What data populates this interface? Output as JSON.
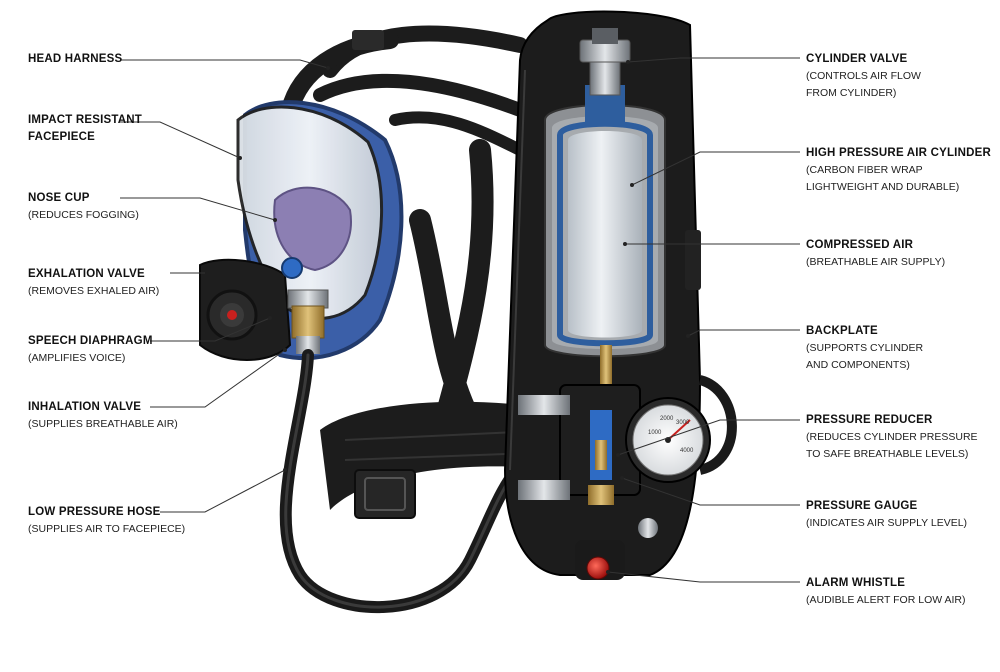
{
  "labels_left": [
    {
      "title": "HEAD HARNESS",
      "desc": []
    },
    {
      "title": "IMPACT RESISTANT FACEPIECE",
      "desc": []
    },
    {
      "title": "NOSE CUP",
      "desc": [
        "(REDUCES FOGGING)"
      ]
    },
    {
      "title": "EXHALATION VALVE",
      "desc": [
        "(REMOVES EXHALED AIR)"
      ]
    },
    {
      "title": "SPEECH DIAPHRAGM",
      "desc": [
        "(AMPLIFIES VOICE)"
      ]
    },
    {
      "title": "INHALATION VALVE",
      "desc": [
        "(SUPPLIES BREATHABLE AIR)"
      ]
    },
    {
      "title": "LOW PRESSURE HOSE",
      "desc": [
        "(SUPPLIES AIR TO FACEPIECE)"
      ]
    }
  ],
  "labels_right": [
    {
      "title": "CYLINDER VALVE",
      "desc": [
        "(CONTROLS AIR FLOW",
        "FROM CYLINDER)"
      ]
    },
    {
      "title": "HIGH PRESSURE AIR CYLINDER",
      "desc": [
        "(CARBON FIBER WRAP",
        "LIGHTWEIGHT AND DURABLE)"
      ]
    },
    {
      "title": "COMPRESSED AIR",
      "desc": [
        "(BREATHABLE AIR SUPPLY)"
      ]
    },
    {
      "title": "BACKPLATE",
      "desc": [
        "(SUPPORTS CYLINDER",
        "AND COMPONENTS)"
      ]
    },
    {
      "title": "PRESSURE REDUCER",
      "desc": [
        "(REDUCES CYLINDER PRESSURE",
        "TO SAFE BREATHABLE LEVELS)"
      ]
    },
    {
      "title": "PRESSURE GAUGE",
      "desc": [
        "(INDICATES AIR SUPPLY LEVEL)"
      ]
    },
    {
      "title": "ALARM WHISTLE",
      "desc": [
        "(AUDIBLE ALERT FOR LOW AIR)"
      ]
    }
  ],
  "gauge_ticks": [
    "1000",
    "2000",
    "3000",
    "4000"
  ],
  "colors": {
    "frame": "#1c1c1c",
    "mask_blue": "#3b5fa8",
    "cylinder_blue": "#2e5e9e",
    "brass": "#c09a4a",
    "whistle_red": "#c8201e",
    "leader": "#333333"
  }
}
